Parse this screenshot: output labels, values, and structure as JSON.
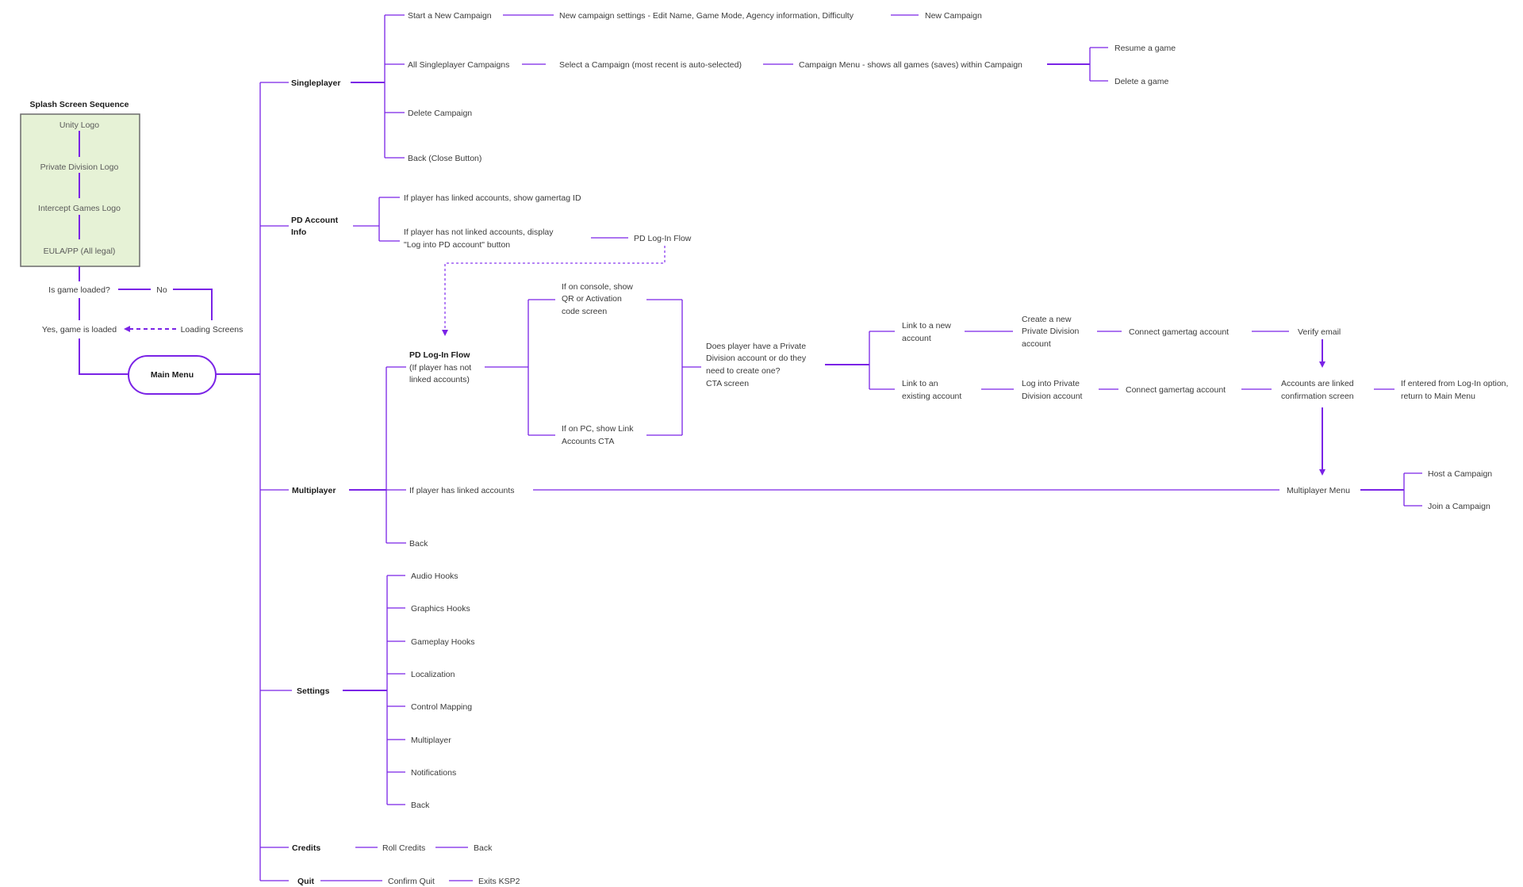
{
  "colors": {
    "line": "#7a23e6",
    "splash_fill": "#e6f2d6",
    "splash_border": "#6b6b6b",
    "text": "#3b3b3b"
  },
  "splash": {
    "title": "Splash Screen Sequence",
    "items": [
      "Unity Logo",
      "Private Division Logo",
      "Intercept Games Logo",
      "EULA/PP (All legal)"
    ],
    "question": "Is game loaded?",
    "no": "No",
    "loading": "Loading Screens",
    "yes": "Yes, game is loaded"
  },
  "main_menu": "Main Menu",
  "singleplayer": {
    "label": "Singleplayer",
    "start": "Start a New Campaign",
    "start_settings": "New campaign settings - Edit Name, Game Mode, Agency information, Difficulty",
    "new_campaign": "New Campaign",
    "all": "All Singleplayer Campaigns",
    "select": "Select a Campaign (most recent is auto-selected)",
    "campaign_menu": "Campaign Menu - shows all games (saves) within Campaign",
    "resume": "Resume a game",
    "delete_game": "Delete a game",
    "delete_campaign": "Delete Campaign",
    "back": "Back (Close Button)"
  },
  "pd_account": {
    "label": [
      "PD Account",
      "Info"
    ],
    "linked": "If player has linked accounts, show gamertag ID",
    "not_linked": [
      "If player has not linked accounts, display",
      "\"Log into PD account\" button"
    ],
    "flow_ref": "PD Log-In Flow"
  },
  "login_flow": {
    "title": "PD Log-In Flow",
    "subtitle": [
      "(If player has not",
      "linked accounts)"
    ],
    "console": [
      "If on console, show",
      "QR or Activation",
      "code screen"
    ],
    "pc": [
      "If on PC, show Link",
      "Accounts CTA"
    ],
    "question": [
      "Does player have a Private",
      "Division account or do they",
      "need to create one?",
      "CTA screen"
    ],
    "new_link": [
      "Link to a new",
      "account"
    ],
    "create": [
      "Create a new",
      "Private Division",
      "account"
    ],
    "connect1": "Connect gamertag account",
    "verify": "Verify email",
    "existing_link": [
      "Link to an",
      "existing account"
    ],
    "login_pd": [
      "Log into Private",
      "Division account"
    ],
    "connect2": "Connect gamertag account",
    "linked_confirm": [
      "Accounts are linked",
      "confirmation screen"
    ],
    "return": [
      "If entered from Log-In option,",
      "return to Main Menu"
    ]
  },
  "multiplayer": {
    "label": "Multiplayer",
    "linked": "If player has linked accounts",
    "menu": "Multiplayer Menu",
    "host": "Host a Campaign",
    "join": "Join a Campaign",
    "back": "Back"
  },
  "settings": {
    "label": "Settings",
    "items": [
      "Audio Hooks",
      "Graphics Hooks",
      "Gameplay Hooks",
      "Localization",
      "Control Mapping",
      "Multiplayer",
      "Notifications",
      "Back"
    ]
  },
  "credits": {
    "label": "Credits",
    "roll": "Roll Credits",
    "back": "Back"
  },
  "quit": {
    "label": "Quit",
    "confirm": "Confirm Quit",
    "exit": "Exits KSP2"
  }
}
